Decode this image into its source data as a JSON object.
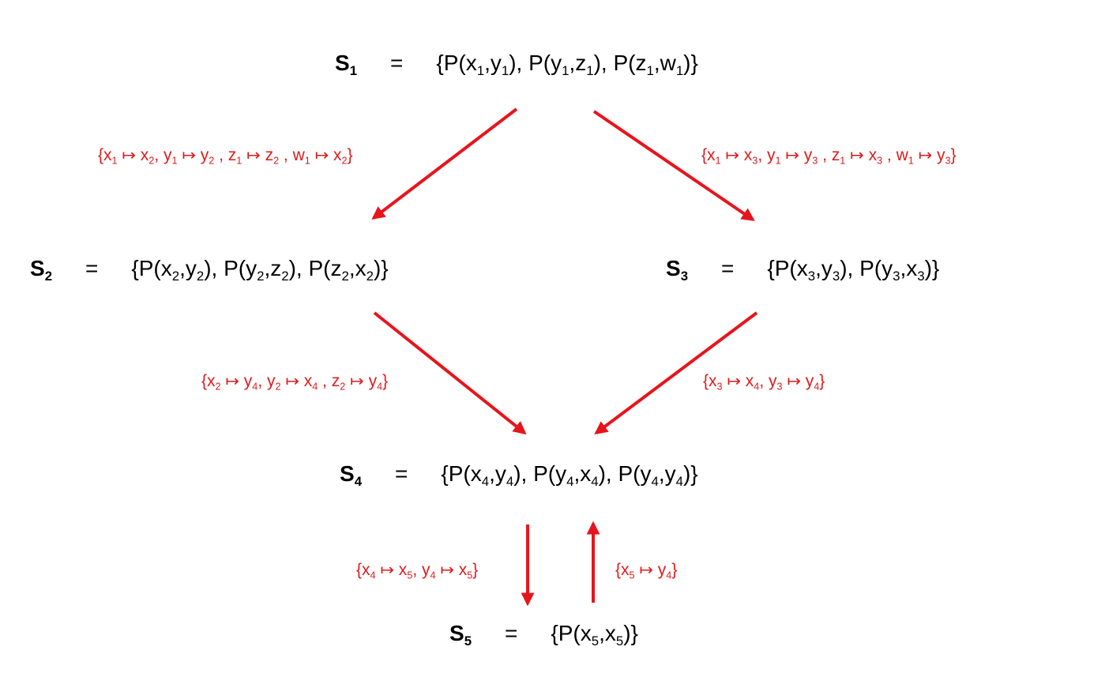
{
  "colors": {
    "text": "#000000",
    "arrow": "#e8141c"
  },
  "nodes": {
    "s1": {
      "name": "S1",
      "eq": "=",
      "set": "{P(x1,y1), P(y1,z1), P(z1,w1)}"
    },
    "s2": {
      "name": "S2",
      "eq": "=",
      "set": "{P(x2,y2), P(y2,z2), P(z2,x2)}"
    },
    "s3": {
      "name": "S3",
      "eq": "=",
      "set": "{P(x3,y3), P(y3,x3)}"
    },
    "s4": {
      "name": "S4",
      "eq": "=",
      "set": "{P(x4,y4), P(y4,x4), P(y4,y4)}"
    },
    "s5": {
      "name": "S5",
      "eq": "=",
      "set": "{P(x5,x5)}"
    }
  },
  "edges": {
    "s1_s2": {
      "label": "{x1 ↦ x2, y1 ↦ y2 , z1 ↦ z2 , w1 ↦ x2}"
    },
    "s1_s3": {
      "label": "{x1 ↦ x3, y1 ↦ y3 , z1 ↦ x3 , w1 ↦ y3}"
    },
    "s2_s4": {
      "label": "{x2 ↦ y4, y2 ↦ x4 , z2 ↦ y4}"
    },
    "s3_s4": {
      "label": "{x3 ↦ x4, y3 ↦ y4}"
    },
    "s4_s5": {
      "label": "{x4 ↦ x5, y4 ↦ x5}"
    },
    "s5_s4": {
      "label": "{x5 ↦ y4}"
    }
  }
}
